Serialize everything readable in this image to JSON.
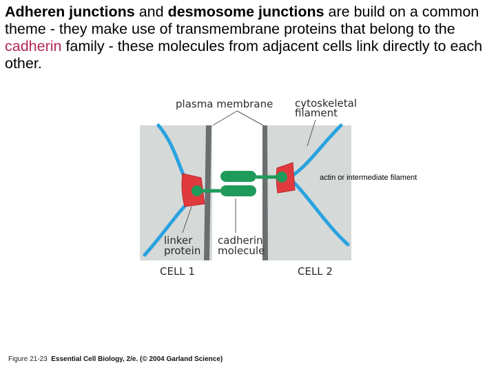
{
  "paragraph": {
    "term1": "Adheren junctions",
    "t1": " and ",
    "term2": "desmosome junctions",
    "t2": " are build on a common theme - they make use of transmembrane proteins that belong to the ",
    "highlight": "cadherin",
    "t3": " family - these molecules from adjacent cells link directly to each other."
  },
  "diagram": {
    "label_plasma_membrane": "plasma membrane",
    "label_cytoskeletal_1": "cytoskeletal",
    "label_cytoskeletal_2": "filament",
    "label_actin": "actin or intermediate filament",
    "label_linker_1": "linker",
    "label_linker_2": "protein",
    "label_cadherin_1": "cadherin",
    "label_cadherin_2": "molecule",
    "label_cell1": "CELL 1",
    "label_cell2": "CELL 2",
    "colors": {
      "cell_fill": "#d5d9d8",
      "filament": "#29a3e0",
      "linker": "#e0393e",
      "cadherin": "#1f9a5a",
      "membrane": "#6a6e70"
    }
  },
  "caption": {
    "figure": "Figure 21-23",
    "source": "Essential Cell Biology, 2/e. (© 2004 Garland Science)"
  }
}
